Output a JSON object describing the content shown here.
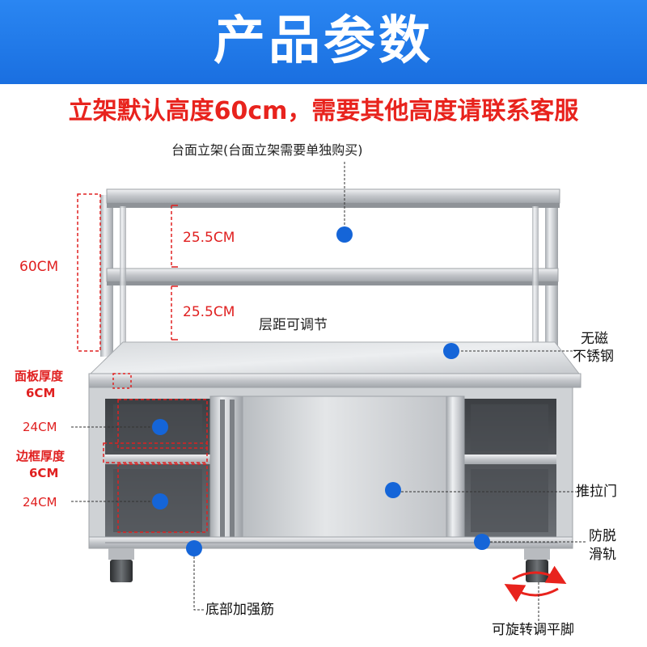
{
  "header": {
    "title": "产品参数",
    "notice": "立架默认高度60cm，需要其他高度请联系客服"
  },
  "labels": {
    "top_rack": "台面立架(台面立架需要单独购买)",
    "shelf_gap_1": "25.5CM",
    "shelf_gap_2": "25.5CM",
    "adjustable": "层距可调节",
    "total_height": "60CM",
    "material_line1": "无磁",
    "material_line2": "不锈钢",
    "panel_thickness_line1": "面板厚度",
    "panel_thickness_line2": "6CM",
    "cabinet_depth_1": "24CM",
    "frame_thickness_line1": "边框厚度",
    "frame_thickness_line2": "6CM",
    "cabinet_depth_2": "24CM",
    "sliding_door": "推拉门",
    "anti_slip_line1": "防脱",
    "anti_slip_line2": "滑轨",
    "bottom_reinforce": "底部加强筋",
    "leveling_feet": "可旋转调平脚"
  },
  "colors": {
    "banner_blue": "#1f78ea",
    "notice_red": "#e8231d",
    "marker_blue": "#1565d8",
    "dimension_red": "#e02020",
    "steel": "#c9ccd0"
  }
}
